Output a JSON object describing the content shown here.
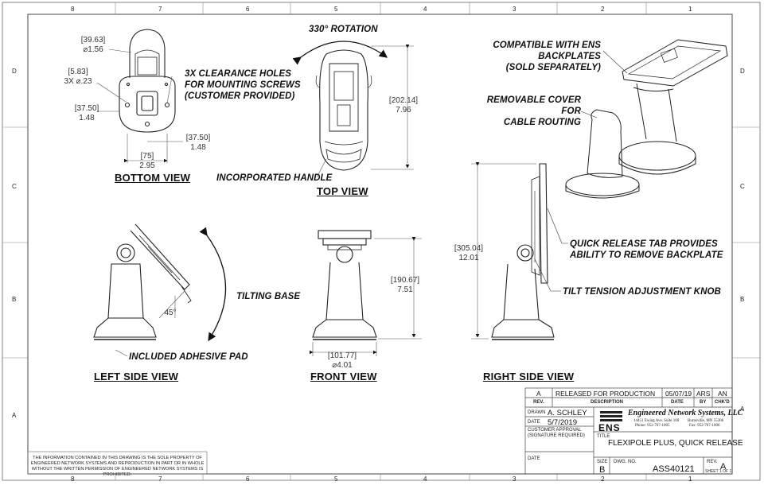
{
  "zones": {
    "top": [
      "8",
      "7",
      "6",
      "5",
      "4",
      "3",
      "2",
      "1"
    ],
    "side": [
      "D",
      "C",
      "B",
      "A"
    ]
  },
  "callouts": {
    "rotation": "330° ROTATION",
    "clearance": [
      "3X CLEARANCE HOLES",
      "FOR MOUNTING SCREWS",
      "(CUSTOMER PROVIDED)"
    ],
    "backplates": [
      "COMPATIBLE WITH ENS BACKPLATES",
      "(SOLD SEPARATELY)"
    ],
    "cover": [
      "REMOVABLE COVER FOR",
      "CABLE ROUTING"
    ],
    "handle": "INCORPORATED HANDLE",
    "tilting": "TILTING BASE",
    "adhesive": "INCLUDED ADHESIVE PAD",
    "quick_release": [
      "QUICK RELEASE TAB PROVIDES",
      "ABILITY TO REMOVE BACKPLATE"
    ],
    "knob": "TILT TENSION ADJUSTMENT KNOB"
  },
  "views": {
    "bottom": "BOTTOM VIEW",
    "top": "TOP VIEW",
    "left": "LEFT SIDE VIEW",
    "front": "FRONT VIEW",
    "right": "RIGHT SIDE VIEW"
  },
  "dims": {
    "d1": [
      "[39.63]",
      "⌀1.56"
    ],
    "d2": [
      "[5.83]",
      "3X  ⌀.23"
    ],
    "d3": [
      "[37.50]",
      "1.48"
    ],
    "d4": [
      "[37.50]",
      "1.48"
    ],
    "d5": [
      "[75]",
      "2.95"
    ],
    "d6": [
      "[202.14]",
      "7.96"
    ],
    "d7": [
      "[190.67]",
      "7.51"
    ],
    "d8": [
      "[101.77]",
      "⌀4.01"
    ],
    "d9": [
      "[305.04]",
      "12.01"
    ],
    "angle": "45°"
  },
  "title_block": {
    "rev_letter": "A",
    "rev_desc": "RELEASED FOR PRODUCTION",
    "rev_date": "05/07/19",
    "rev_by": "ARS",
    "rev_chk": "AN",
    "hdr_rev": "REV.",
    "hdr_desc": "DESCRIPTION",
    "hdr_date": "DATE",
    "hdr_by": "BY",
    "hdr_chk": "CHK'D",
    "drawn_label": "DRAWN",
    "drawn_value": "A. SCHLEY",
    "date_label": "DATE",
    "date_value": "5/7/2019",
    "approval_label": [
      "CUSTOMER APPROVAL",
      "(SIGNATURE REQUIRED)"
    ],
    "date2_label": "DATE",
    "logo": "ENS",
    "company": "Engineered Network Systems, LLC",
    "addr1": "14451 Ewing Ave. Suite 100",
    "addr2": "Phone: 952-767-1005",
    "addr3": "Burnsville, MN 55306",
    "addr4": "Fax: 952-767-1006",
    "title_label": "TITLE",
    "title_value": "FLEXIPOLE PLUS, QUICK RELEASE",
    "size_label": "SIZE",
    "size_value": "B",
    "dwg_label": "DWG. NO.",
    "dwg_value": "ASS40121",
    "rev_label": "REV.",
    "rev_value": "A",
    "sheet": "SHEET 1 OF 1"
  },
  "disclaimer": "THE INFORMATION CONTAINED IN THIS DRAWING IS THE SOLE PROPERTY OF ENGINEERED NETWORK SYSTEMS AND REPRODUCTION IN PART OR IN WHOLE WITHOUT THE WRITTEN PERMISSION OF ENGINEERED NETWORK SYSTEMS IS PROHIBITED."
}
